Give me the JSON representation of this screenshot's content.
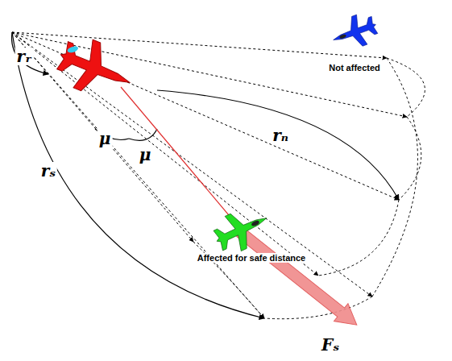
{
  "diagram": {
    "labels": [
      "Not affected",
      "rᵣ",
      "μ",
      "μ",
      "rₙ",
      "rₛ",
      "Affected for safe distance",
      "Fₛ"
    ]
  }
}
